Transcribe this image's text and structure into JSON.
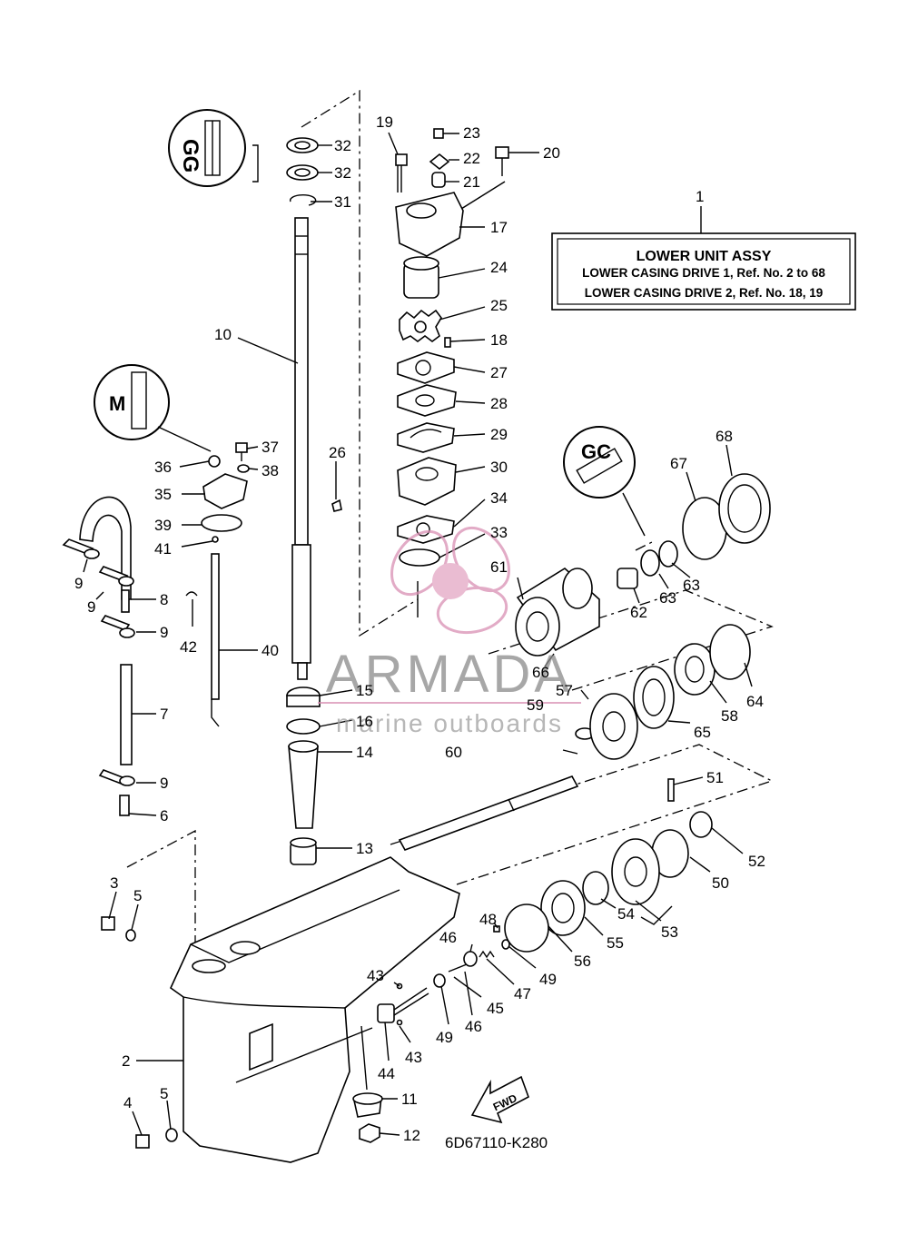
{
  "title_box": {
    "heading": "LOWER  UNIT ASSY",
    "line1": "LOWER CASING DRIVE 1,  Ref. No. 2 to 68",
    "line2": "LOWER CASING DRIVE 2,  Ref. No. 18, 19"
  },
  "watermark": {
    "brand": "ARMADA",
    "tagline": "marine outboards"
  },
  "fwd_label": "FWD",
  "diagram_code": "6D67110-K280",
  "callouts": [
    {
      "id": "c1",
      "text": "1"
    },
    {
      "id": "c2",
      "text": "2"
    },
    {
      "id": "c3",
      "text": "3"
    },
    {
      "id": "c4",
      "text": "4"
    },
    {
      "id": "c5a",
      "text": "5"
    },
    {
      "id": "c5b",
      "text": "5"
    },
    {
      "id": "c6",
      "text": "6"
    },
    {
      "id": "c7",
      "text": "7"
    },
    {
      "id": "c8",
      "text": "8"
    },
    {
      "id": "c9a",
      "text": "9"
    },
    {
      "id": "c9b",
      "text": "9"
    },
    {
      "id": "c9c",
      "text": "9"
    },
    {
      "id": "c9d",
      "text": "9"
    },
    {
      "id": "c10",
      "text": "10"
    },
    {
      "id": "c11",
      "text": "11"
    },
    {
      "id": "c12",
      "text": "12"
    },
    {
      "id": "c13",
      "text": "13"
    },
    {
      "id": "c14",
      "text": "14"
    },
    {
      "id": "c15",
      "text": "15"
    },
    {
      "id": "c16",
      "text": "16"
    },
    {
      "id": "c17",
      "text": "17"
    },
    {
      "id": "c18",
      "text": "18"
    },
    {
      "id": "c19",
      "text": "19"
    },
    {
      "id": "c20",
      "text": "20"
    },
    {
      "id": "c21",
      "text": "21"
    },
    {
      "id": "c22",
      "text": "22"
    },
    {
      "id": "c23",
      "text": "23"
    },
    {
      "id": "c24",
      "text": "24"
    },
    {
      "id": "c25",
      "text": "25"
    },
    {
      "id": "c26",
      "text": "26"
    },
    {
      "id": "c27",
      "text": "27"
    },
    {
      "id": "c28",
      "text": "28"
    },
    {
      "id": "c29",
      "text": "29"
    },
    {
      "id": "c30",
      "text": "30"
    },
    {
      "id": "c31",
      "text": "31"
    },
    {
      "id": "c32a",
      "text": "32"
    },
    {
      "id": "c32b",
      "text": "32"
    },
    {
      "id": "c33",
      "text": "33"
    },
    {
      "id": "c34",
      "text": "34"
    },
    {
      "id": "c35",
      "text": "35"
    },
    {
      "id": "c36",
      "text": "36"
    },
    {
      "id": "c37",
      "text": "37"
    },
    {
      "id": "c38",
      "text": "38"
    },
    {
      "id": "c39",
      "text": "39"
    },
    {
      "id": "c40",
      "text": "40"
    },
    {
      "id": "c41",
      "text": "41"
    },
    {
      "id": "c42",
      "text": "42"
    },
    {
      "id": "c43a",
      "text": "43"
    },
    {
      "id": "c43b",
      "text": "43"
    },
    {
      "id": "c44",
      "text": "44"
    },
    {
      "id": "c45",
      "text": "45"
    },
    {
      "id": "c46a",
      "text": "46"
    },
    {
      "id": "c46b",
      "text": "46"
    },
    {
      "id": "c47",
      "text": "47"
    },
    {
      "id": "c48",
      "text": "48"
    },
    {
      "id": "c49a",
      "text": "49"
    },
    {
      "id": "c49b",
      "text": "49"
    },
    {
      "id": "c50",
      "text": "50"
    },
    {
      "id": "c51",
      "text": "51"
    },
    {
      "id": "c52",
      "text": "52"
    },
    {
      "id": "c53",
      "text": "53"
    },
    {
      "id": "c54",
      "text": "54"
    },
    {
      "id": "c55",
      "text": "55"
    },
    {
      "id": "c56",
      "text": "56"
    },
    {
      "id": "c57",
      "text": "57"
    },
    {
      "id": "c58",
      "text": "58"
    },
    {
      "id": "c59",
      "text": "59"
    },
    {
      "id": "c60",
      "text": "60"
    },
    {
      "id": "c61",
      "text": "61"
    },
    {
      "id": "c62",
      "text": "62"
    },
    {
      "id": "c63a",
      "text": "63"
    },
    {
      "id": "c63b",
      "text": "63"
    },
    {
      "id": "c64",
      "text": "64"
    },
    {
      "id": "c65",
      "text": "65"
    },
    {
      "id": "c66",
      "text": "66"
    },
    {
      "id": "c67",
      "text": "67"
    },
    {
      "id": "c68",
      "text": "68"
    }
  ]
}
